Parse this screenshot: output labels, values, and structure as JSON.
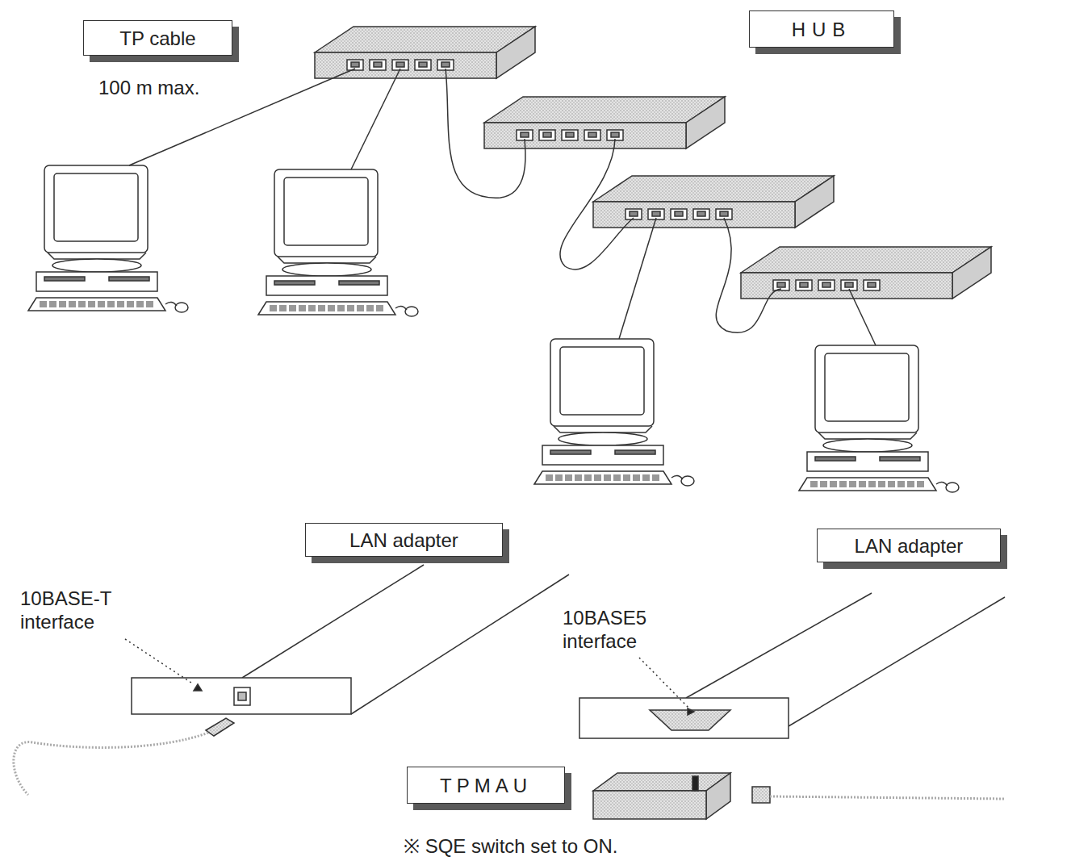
{
  "diagram": {
    "nodes": [
      {
        "text": [
          "TP cable"
        ]
      },
      {
        "text": [
          "HUB"
        ]
      },
      {
        "text": [
          "LAN adapter"
        ]
      },
      {
        "text": [
          "LAN adapter"
        ]
      },
      {
        "text": [
          "TPMAU"
        ]
      }
    ],
    "labels": [
      "100 m max.",
      "10BASE-T interface",
      "10BASE5 interface",
      "※ SQE switch set to ON."
    ]
  }
}
